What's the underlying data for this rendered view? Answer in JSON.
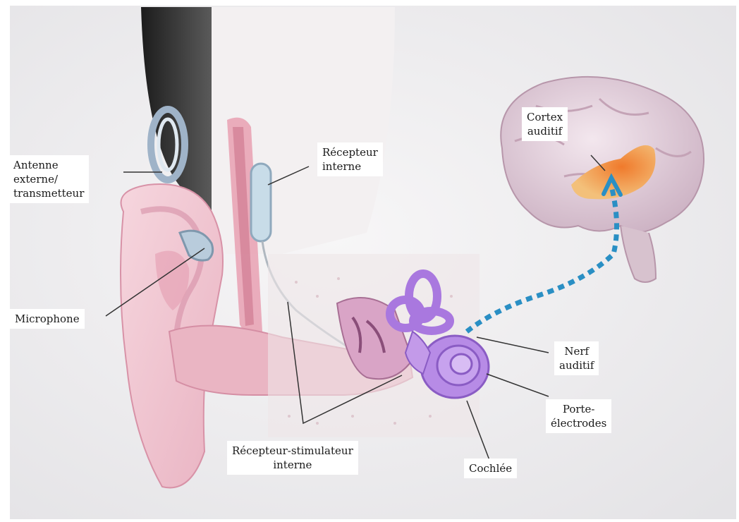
{
  "labels": {
    "antenna": [
      "Antenne",
      "externe/",
      "transmetteur"
    ],
    "internal_receiver": [
      "Récepteur",
      "interne"
    ],
    "auditory_cortex": [
      "Cortex",
      "auditif"
    ],
    "microphone": [
      "Microphone"
    ],
    "auditory_nerve": [
      "Nerf",
      "auditif"
    ],
    "electrode_array": [
      "Porte-",
      "électrodes"
    ],
    "receiver_stimulator": [
      "Récepteur-stimulateur",
      "interne"
    ],
    "cochlea": [
      "Cochlée"
    ]
  },
  "colors": {
    "background": "#eeeef0",
    "skin": "#f1c8d2",
    "skin_dark": "#e3a6b6",
    "cochlea": "#b78be6",
    "brain": "#e8d6e0",
    "cortex_highlight": "#f08c3c",
    "signal_arrow": "#2a8fc4",
    "leader_line": "#333333"
  },
  "icons": {
    "signal_path": "dotted-arrow-icon",
    "device_coil": "antenna-coil-icon"
  }
}
